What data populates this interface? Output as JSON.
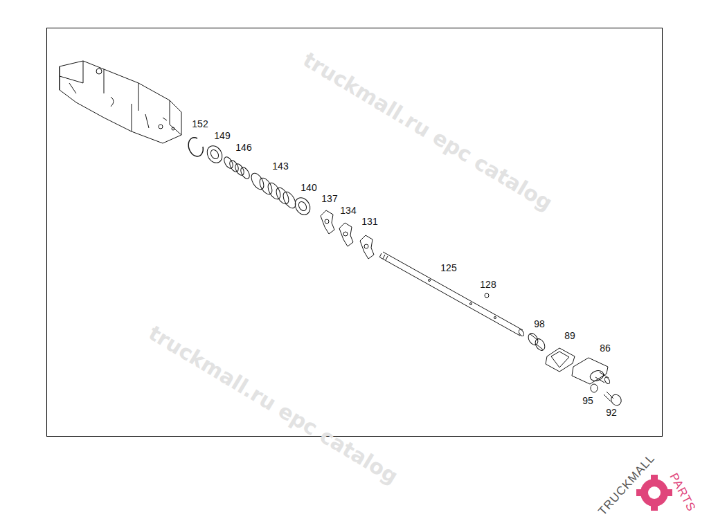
{
  "diagram": {
    "labels": [
      "152",
      "149",
      "146",
      "143",
      "140",
      "137",
      "134",
      "131",
      "125",
      "128",
      "98",
      "89",
      "86",
      "95",
      "92",
      "truckmall.ru epc catalog",
      "truckmall.ru epc catalog",
      "TRUCKMALL",
      "PARTS"
    ]
  }
}
